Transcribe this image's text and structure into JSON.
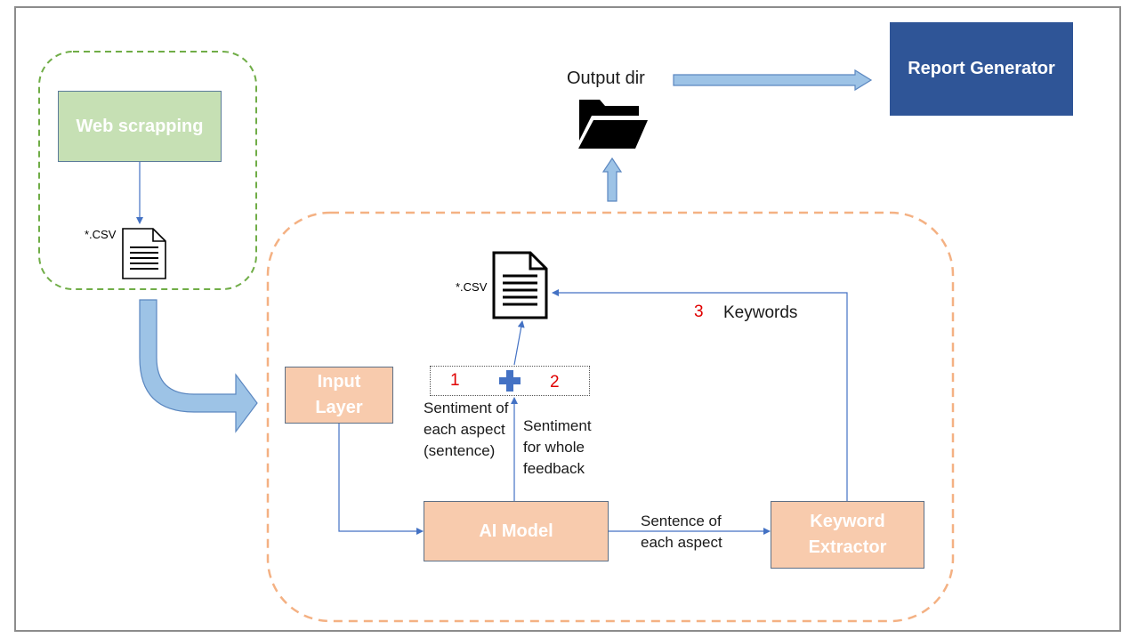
{
  "boxes": {
    "web_scrapping": "Web scrapping",
    "input_layer": "Input Layer",
    "ai_model": "AI Model",
    "keyword_extractor": "Keyword Extractor",
    "report_generator": "Report Generator"
  },
  "labels": {
    "csv_top": "*.CSV",
    "csv_middle": "*.CSV",
    "output_dir": "Output dir",
    "keywords": "Keywords",
    "num_1": "1",
    "num_2": "2",
    "num_3": "3",
    "sentiment_each_aspect": "Sentiment of each aspect (sentence)",
    "sentiment_whole": "Sentiment for whole feedback",
    "sentence_each_aspect": "Sentence of each aspect"
  },
  "colors": {
    "green_box": "#c6e0b4",
    "orange_box": "#f8cbad",
    "report_box": "#2f5597",
    "arrow_fill": "#9dc3e6",
    "connector": "#4472c4",
    "green_dash": "#70ad47",
    "orange_dash": "#f4b183",
    "number_red": "#e00000"
  },
  "icons": {
    "csv_top": "document-icon",
    "csv_middle": "document-icon",
    "output_dir": "open-folder-icon",
    "plus": "plus-icon"
  }
}
